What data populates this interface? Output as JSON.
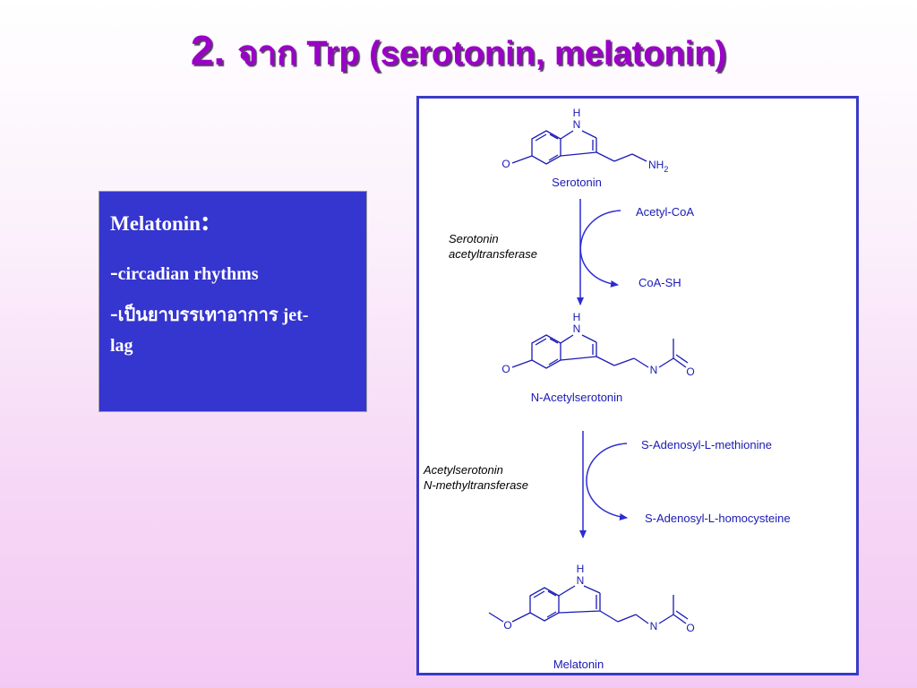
{
  "slide": {
    "title_number": "2.",
    "title_text": "จาก Trp (serotonin, melatonin)"
  },
  "info_box": {
    "heading": "Melatonin",
    "heading_colon": ":",
    "lines": [
      {
        "dash": "-",
        "text": "circadian rhythms"
      },
      {
        "dash": "-",
        "text": "เป็นยาบรรเทาอาการ jet-lag"
      }
    ],
    "line2_part1": "เป็นยาบรรเทาอาการ jet-",
    "line2_part2": "lag"
  },
  "pathway": {
    "compounds": [
      {
        "name": "Serotonin",
        "labels": {
          "nh_top": "H",
          "n_ring": "N",
          "o": "O",
          "amine": "NH",
          "amine_sub": "2"
        }
      },
      {
        "name": "N-Acetylserotonin",
        "labels": {
          "nh_top": "H",
          "n_ring": "N",
          "o": "O",
          "amide_n": "N",
          "amide_o": "O"
        }
      },
      {
        "name": "Melatonin",
        "labels": {
          "nh_top": "H",
          "n_ring": "N",
          "o": "O",
          "amide_n": "N",
          "amide_o": "O"
        }
      }
    ],
    "steps": [
      {
        "enzyme_line1": "Serotonin",
        "enzyme_line2": "acetyltransferase",
        "cosubstrate": "Acetyl-CoA",
        "coproduct": "CoA-SH"
      },
      {
        "enzyme_line1": "Acetylserotonin",
        "enzyme_line2": "N-methyltransferase",
        "cosubstrate": "S-Adenosyl-L-methionine",
        "coproduct": "S-Adenosyl-L-homocysteine"
      }
    ],
    "arrow_color": "#2b2bd6",
    "structure_color": "#1a1ab4"
  }
}
